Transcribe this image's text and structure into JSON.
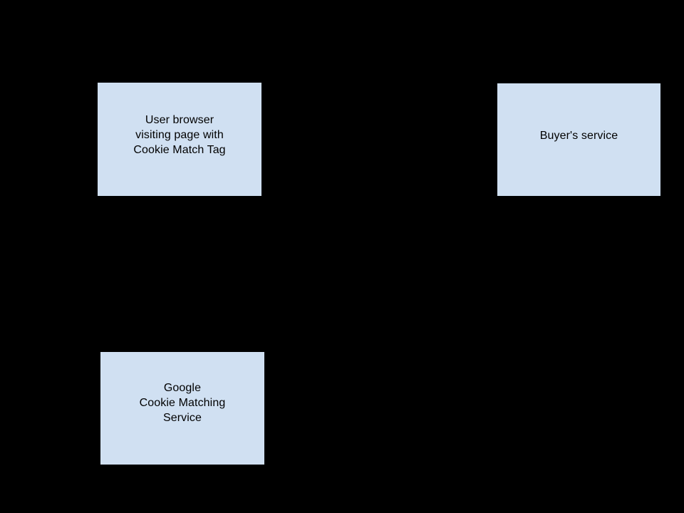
{
  "diagram": {
    "background_color": "#000000",
    "node_fill_color": "#d0e0f2",
    "node_border_color": "#000000",
    "text_color": "#000000",
    "nodes": [
      {
        "id": "user-browser",
        "label": "User browser\nvisiting page with\nCookie Match Tag"
      },
      {
        "id": "buyers-service",
        "label": "Buyer's service"
      },
      {
        "id": "google-cookie-matching",
        "label": "Google\nCookie Matching\nService"
      }
    ]
  }
}
